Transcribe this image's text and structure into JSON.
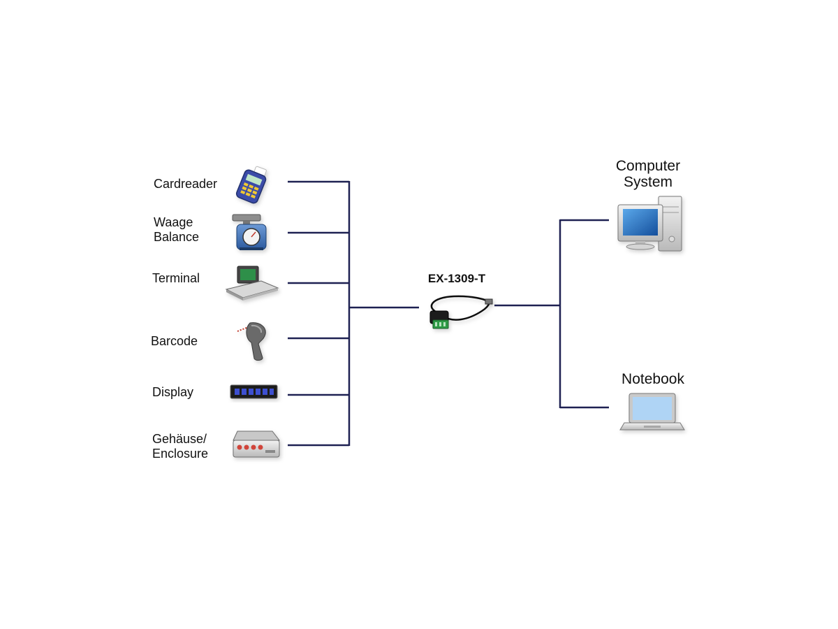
{
  "colors": {
    "wire": "#1e2152",
    "screen": "#1f6fc5",
    "terminal_screen": "#2f8f4a",
    "display_text": "#3c4fd0",
    "enclosure_led": "#d0453a"
  },
  "devices": [
    {
      "line1": "Cardreader",
      "line2": "",
      "icon": "card-reader-icon"
    },
    {
      "line1": "Waage",
      "line2": "Balance",
      "icon": "scale-icon"
    },
    {
      "line1": "Terminal",
      "line2": "",
      "icon": "terminal-icon"
    },
    {
      "line1": "Barcode",
      "line2": "",
      "icon": "barcode-scanner-icon"
    },
    {
      "line1": "Display",
      "line2": "",
      "icon": "led-display-icon"
    },
    {
      "line1": "Gehäuse/",
      "line2": "Enclosure",
      "icon": "enclosure-icon"
    }
  ],
  "hub": {
    "label": "EX-1309-T",
    "icon": "usb-serial-adapter-icon"
  },
  "targets": [
    {
      "line1": "Computer",
      "line2": "System",
      "icon": "desktop-computer-icon"
    },
    {
      "line1": "Notebook",
      "line2": "",
      "icon": "notebook-icon"
    }
  ]
}
